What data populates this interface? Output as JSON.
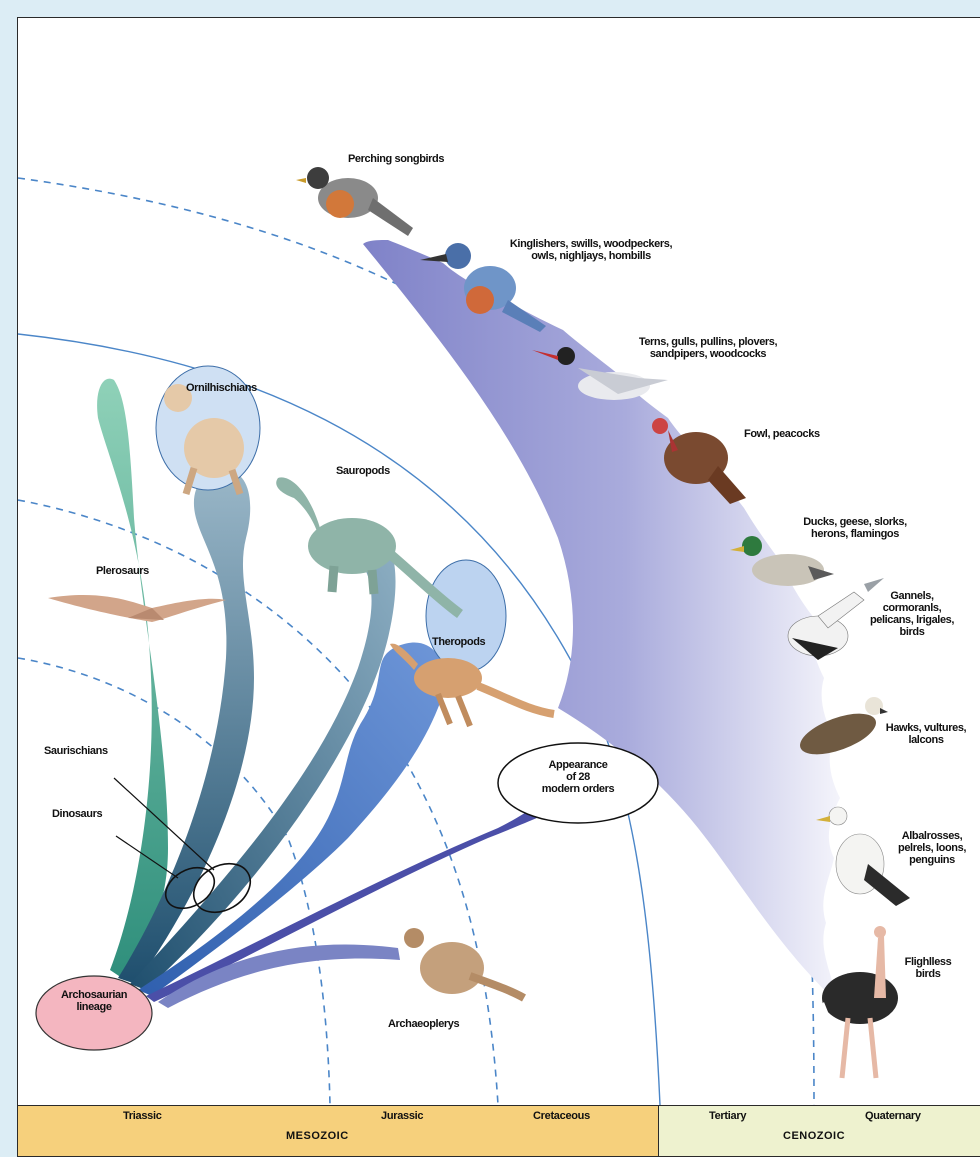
{
  "labels": {
    "perching": "Perching songbirds",
    "kingfishers": [
      "Kinglishers, swills, woodpeckers,",
      "owls, nighljays, hombills"
    ],
    "terns": [
      "Terns, gulls, pullins, plovers,",
      "sandpipers, woodcocks"
    ],
    "fowl": "Fowl, peacocks",
    "ducks": [
      "Ducks, geese, slorks,",
      "herons, flamingos"
    ],
    "gannets": [
      "Gannels,",
      "cormoranls,",
      "pelicans, lrigales,",
      "birds"
    ],
    "hawks": [
      "Hawks, vultures,",
      "lalcons"
    ],
    "albatrosses": [
      "Albalrosses,",
      "pelrels, loons,",
      "penguins"
    ],
    "flightless": [
      "Flighlless",
      "birds"
    ],
    "ornithischians": "Ornilhischians",
    "sauropods": "Sauropods",
    "theropods": "Theropods",
    "pterosaurs": "Plerosaurs",
    "saurischians": "Saurischians",
    "dinosaurs": "Dinosaurs",
    "appearance": [
      "Appearance",
      "of 28",
      "modern orders"
    ],
    "archosaurian": [
      "Archosaurian",
      "lineage"
    ],
    "archaeopteryx": "Archaeoplerys"
  },
  "timeline": {
    "periods": {
      "triassic": "Triassic",
      "jurassic": "Jurassic",
      "cretaceous": "Cretaceous",
      "tertiary": "Tertiary",
      "quaternary": "Quaternary"
    },
    "eras": {
      "mesozoic": "MESOZOIC",
      "cenozoic": "CENOZOIC"
    }
  },
  "colors": {
    "background": "#dcedf5",
    "mesozoic_bar": "#f6d07c",
    "cenozoic_bar": "#eef2cf",
    "bird_radiation": "#8f8fcf",
    "pterosaur_branch": "#3d9e88",
    "dinosaur_branch": "#2f5a78",
    "theropod_branch": "#3d66b8",
    "archosaur_bubble": "#f4b6c0"
  }
}
